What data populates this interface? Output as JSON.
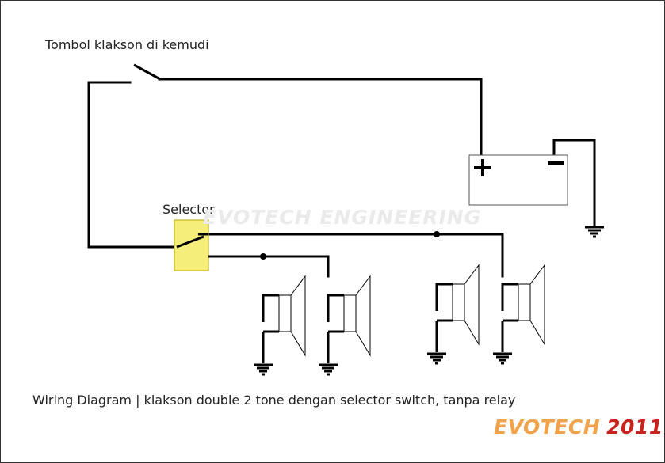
{
  "labels": {
    "horn_switch": "Tombol klakson di kemudi",
    "selector": "Selector",
    "caption": "Wiring Diagram | klakson double 2 tone dengan selector switch, tanpa relay"
  },
  "watermark": "EVOTECH ENGINEERING",
  "logo": {
    "brand": "EVOTECH",
    "year": "2011"
  },
  "battery": {
    "positive": "+",
    "negative": "−"
  },
  "colors": {
    "wire": "#000000",
    "selector_fill": "#f5ee7a",
    "selector_border": "#b5a800",
    "watermark": "#eaeaea",
    "logo_brand": "#f0a34a",
    "logo_year": "#c8231e"
  }
}
